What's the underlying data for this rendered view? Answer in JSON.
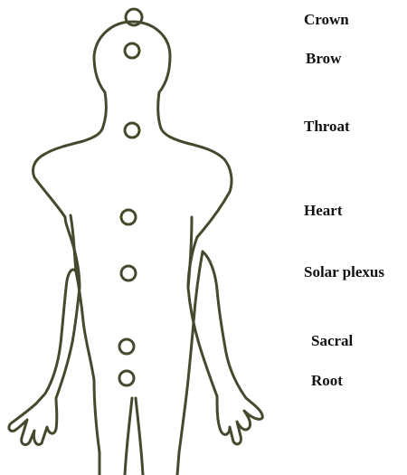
{
  "diagram": {
    "outline_color": "#454a2e",
    "label_color": "#111111",
    "chakras": [
      {
        "id": "crown",
        "label": "Crown"
      },
      {
        "id": "brow",
        "label": "Brow"
      },
      {
        "id": "throat",
        "label": "Throat"
      },
      {
        "id": "heart",
        "label": "Heart"
      },
      {
        "id": "solar-plexus",
        "label": "Solar plexus"
      },
      {
        "id": "sacral",
        "label": "Sacral"
      },
      {
        "id": "root",
        "label": "Root"
      }
    ]
  }
}
